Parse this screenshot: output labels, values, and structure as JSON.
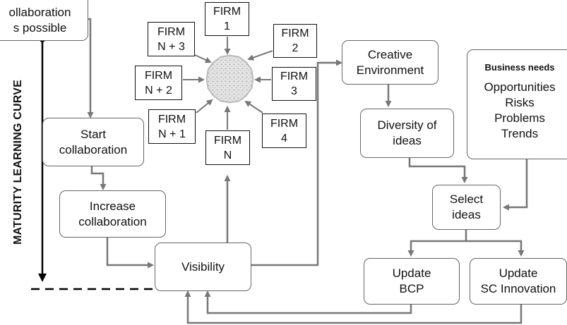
{
  "maturity_label": "MATURITY LEARNING CURVE",
  "top_left_box": {
    "line1": "ollaboration",
    "line2": "s possible"
  },
  "start": {
    "line1": "Start",
    "line2": "collaboration"
  },
  "increase": {
    "line1": "Increase",
    "line2": "collaboration"
  },
  "visibility": "Visibility",
  "firms": [
    {
      "id": "firm-1",
      "line1": "FIRM",
      "line2": "1"
    },
    {
      "id": "firm-2",
      "line1": "FIRM",
      "line2": "2"
    },
    {
      "id": "firm-3",
      "line1": "FIRM",
      "line2": "3"
    },
    {
      "id": "firm-4",
      "line1": "FIRM",
      "line2": "4"
    },
    {
      "id": "firm-n",
      "line1": "FIRM",
      "line2": "N"
    },
    {
      "id": "firm-n1",
      "line1": "FIRM",
      "line2": "N + 1"
    },
    {
      "id": "firm-n2",
      "line1": "FIRM",
      "line2": "N + 2"
    },
    {
      "id": "firm-n3",
      "line1": "FIRM",
      "line2": "N + 3"
    }
  ],
  "creative": {
    "line1": "Creative",
    "line2": "Environment"
  },
  "diversity": {
    "line1": "Diversity of",
    "line2": "ideas"
  },
  "business_needs": {
    "title": "Business needs",
    "items": [
      "Opportunities",
      "Risks",
      "Problems",
      "Trends"
    ]
  },
  "select": {
    "line1": "Select",
    "line2": "ideas"
  },
  "update_bcp": {
    "line1": "Update",
    "line2": "BCP"
  },
  "update_sc": {
    "line1": "Update",
    "line2": "SC Innovation"
  }
}
